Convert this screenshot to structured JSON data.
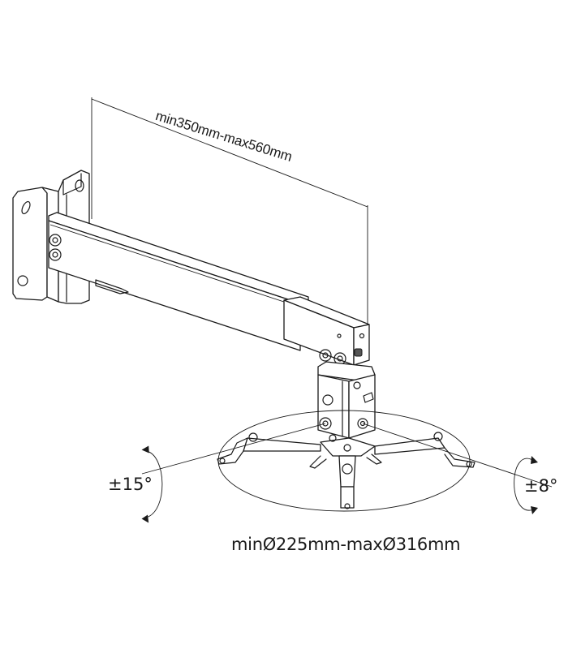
{
  "figure": {
    "title": "Projector wall mount dimension diagram",
    "subject": "Telescoping projector wall mount with universal ceiling plate"
  },
  "dimensions": {
    "arm_extension": "min350mm-max560mm",
    "plate_diameter": "minØ225mm-maxØ316mm"
  },
  "adjustments": {
    "tilt_left": "±15°",
    "tilt_right": "±8°"
  },
  "colors": {
    "line": "#1a1a1a",
    "background": "#ffffff"
  },
  "icons": {
    "left_rotation": "curved-double-arrow-icon",
    "right_rotation": "curved-double-arrow-icon"
  }
}
